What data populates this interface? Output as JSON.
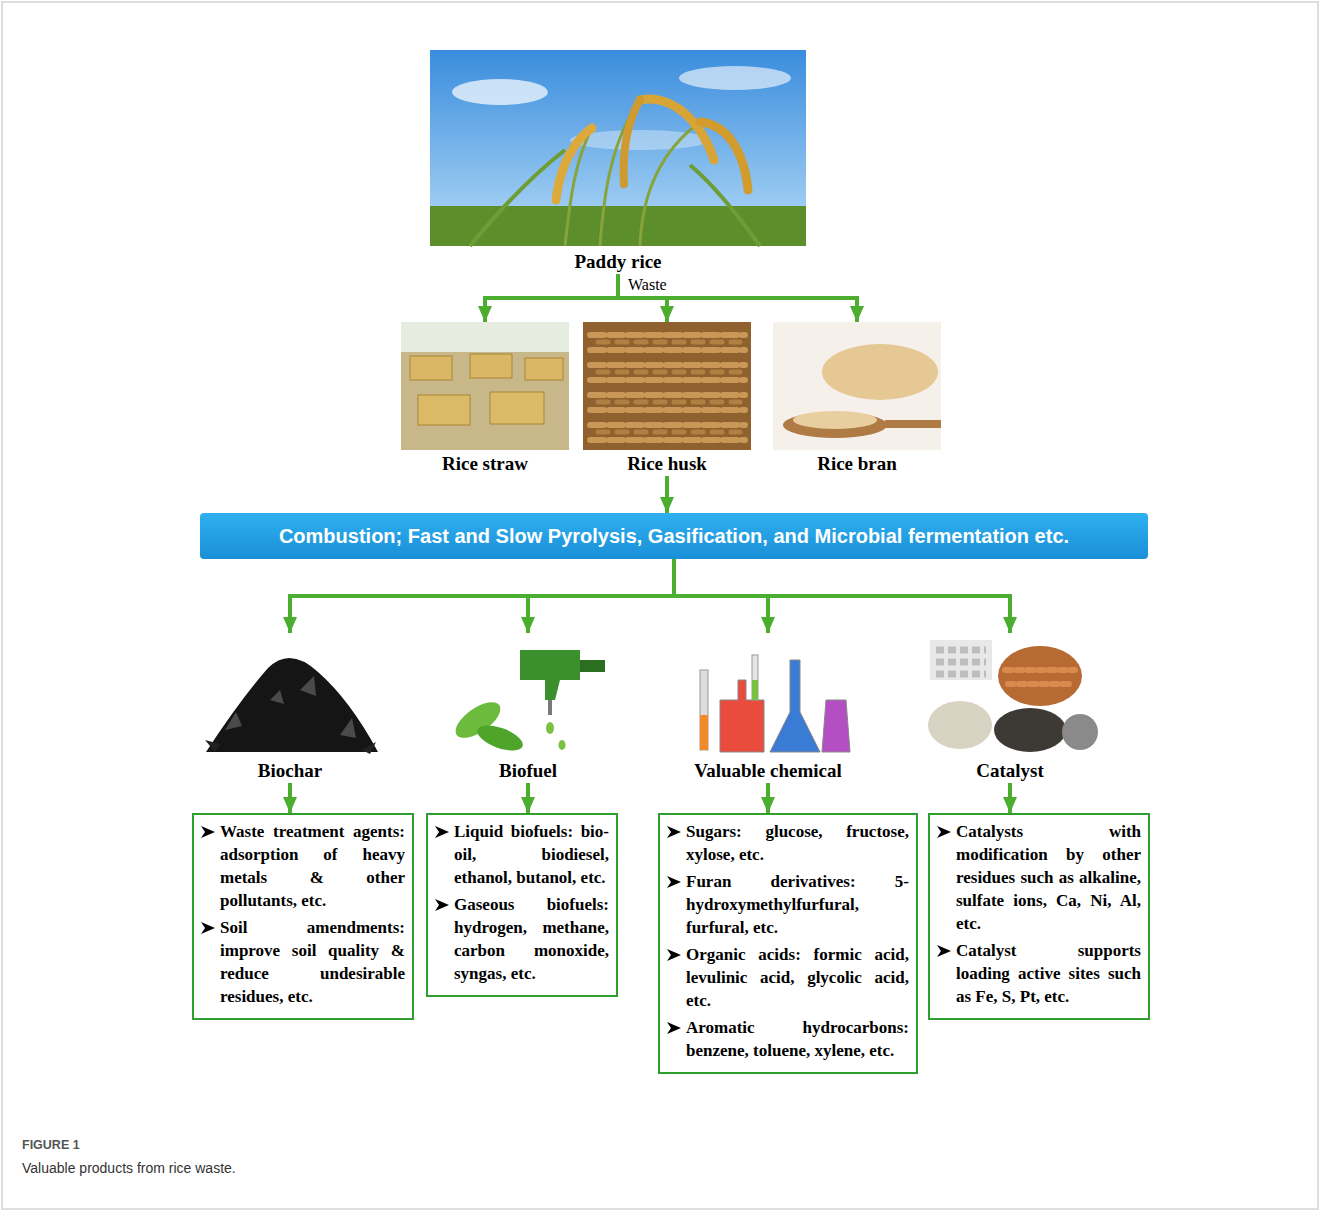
{
  "diagram": {
    "caption": "Valuable products from rice waste.",
    "nodes": [
      {
        "text": [
          "Paddy rice"
        ]
      },
      {
        "text": [
          "Rice straw"
        ]
      },
      {
        "text": [
          "Rice husk"
        ]
      },
      {
        "text": [
          "Rice bran"
        ]
      },
      {
        "text": [
          "Combustion; Fast and Slow Pyrolysis, Gasification, and Microbial fermentation etc."
        ]
      },
      {
        "text": [
          "Biochar"
        ]
      },
      {
        "text": [
          "Biofuel"
        ]
      },
      {
        "text": [
          "Valuable chemical"
        ]
      },
      {
        "text": [
          "Catalyst"
        ]
      },
      {
        "text": [
          "Waste treatment agents: adsorption of heavy metals & other pollutants, etc.",
          "Soil amendments: improve soil quality & reduce undesirable residues, etc."
        ]
      },
      {
        "text": [
          "Liquid biofuels: bio-oil, biodiesel, ethanol, butanol, etc.",
          "Gaseous biofuels: hydrogen, methane, carbon monoxide, syngas, etc."
        ]
      },
      {
        "text": [
          "Sugars: glucose, fructose, xylose, etc.",
          "Furan derivatives: 5-hydroxymethylfurfural, furfural, etc.",
          "Organic acids: formic acid, levulinic acid, glycolic acid, etc.",
          "Aromatic hydrocarbons: benzene, toluene, xylene, etc."
        ]
      },
      {
        "text": [
          "Catalysts with modification by other residues such as alkaline, sulfate ions, Ca, Ni, Al, etc.",
          "Catalyst supports loading active sites such as Fe, S, Pt, etc."
        ]
      }
    ],
    "edges": [
      {
        "from": 0,
        "to": 1,
        "arrow": "to"
      },
      {
        "from": 0,
        "to": 2,
        "arrow": "to",
        "label": "Waste"
      },
      {
        "from": 0,
        "to": 3,
        "arrow": "to"
      },
      {
        "from": 2,
        "to": 4,
        "arrow": "to"
      },
      {
        "from": 4,
        "to": 5,
        "arrow": "to"
      },
      {
        "from": 4,
        "to": 6,
        "arrow": "to"
      },
      {
        "from": 4,
        "to": 7,
        "arrow": "to"
      },
      {
        "from": 4,
        "to": 8,
        "arrow": "to"
      },
      {
        "from": 5,
        "to": 9,
        "arrow": "to"
      },
      {
        "from": 6,
        "to": 10,
        "arrow": "to"
      },
      {
        "from": 7,
        "to": 11,
        "arrow": "to"
      },
      {
        "from": 8,
        "to": 12,
        "arrow": "to"
      }
    ],
    "labels": [
      "FIGURE 1"
    ]
  }
}
